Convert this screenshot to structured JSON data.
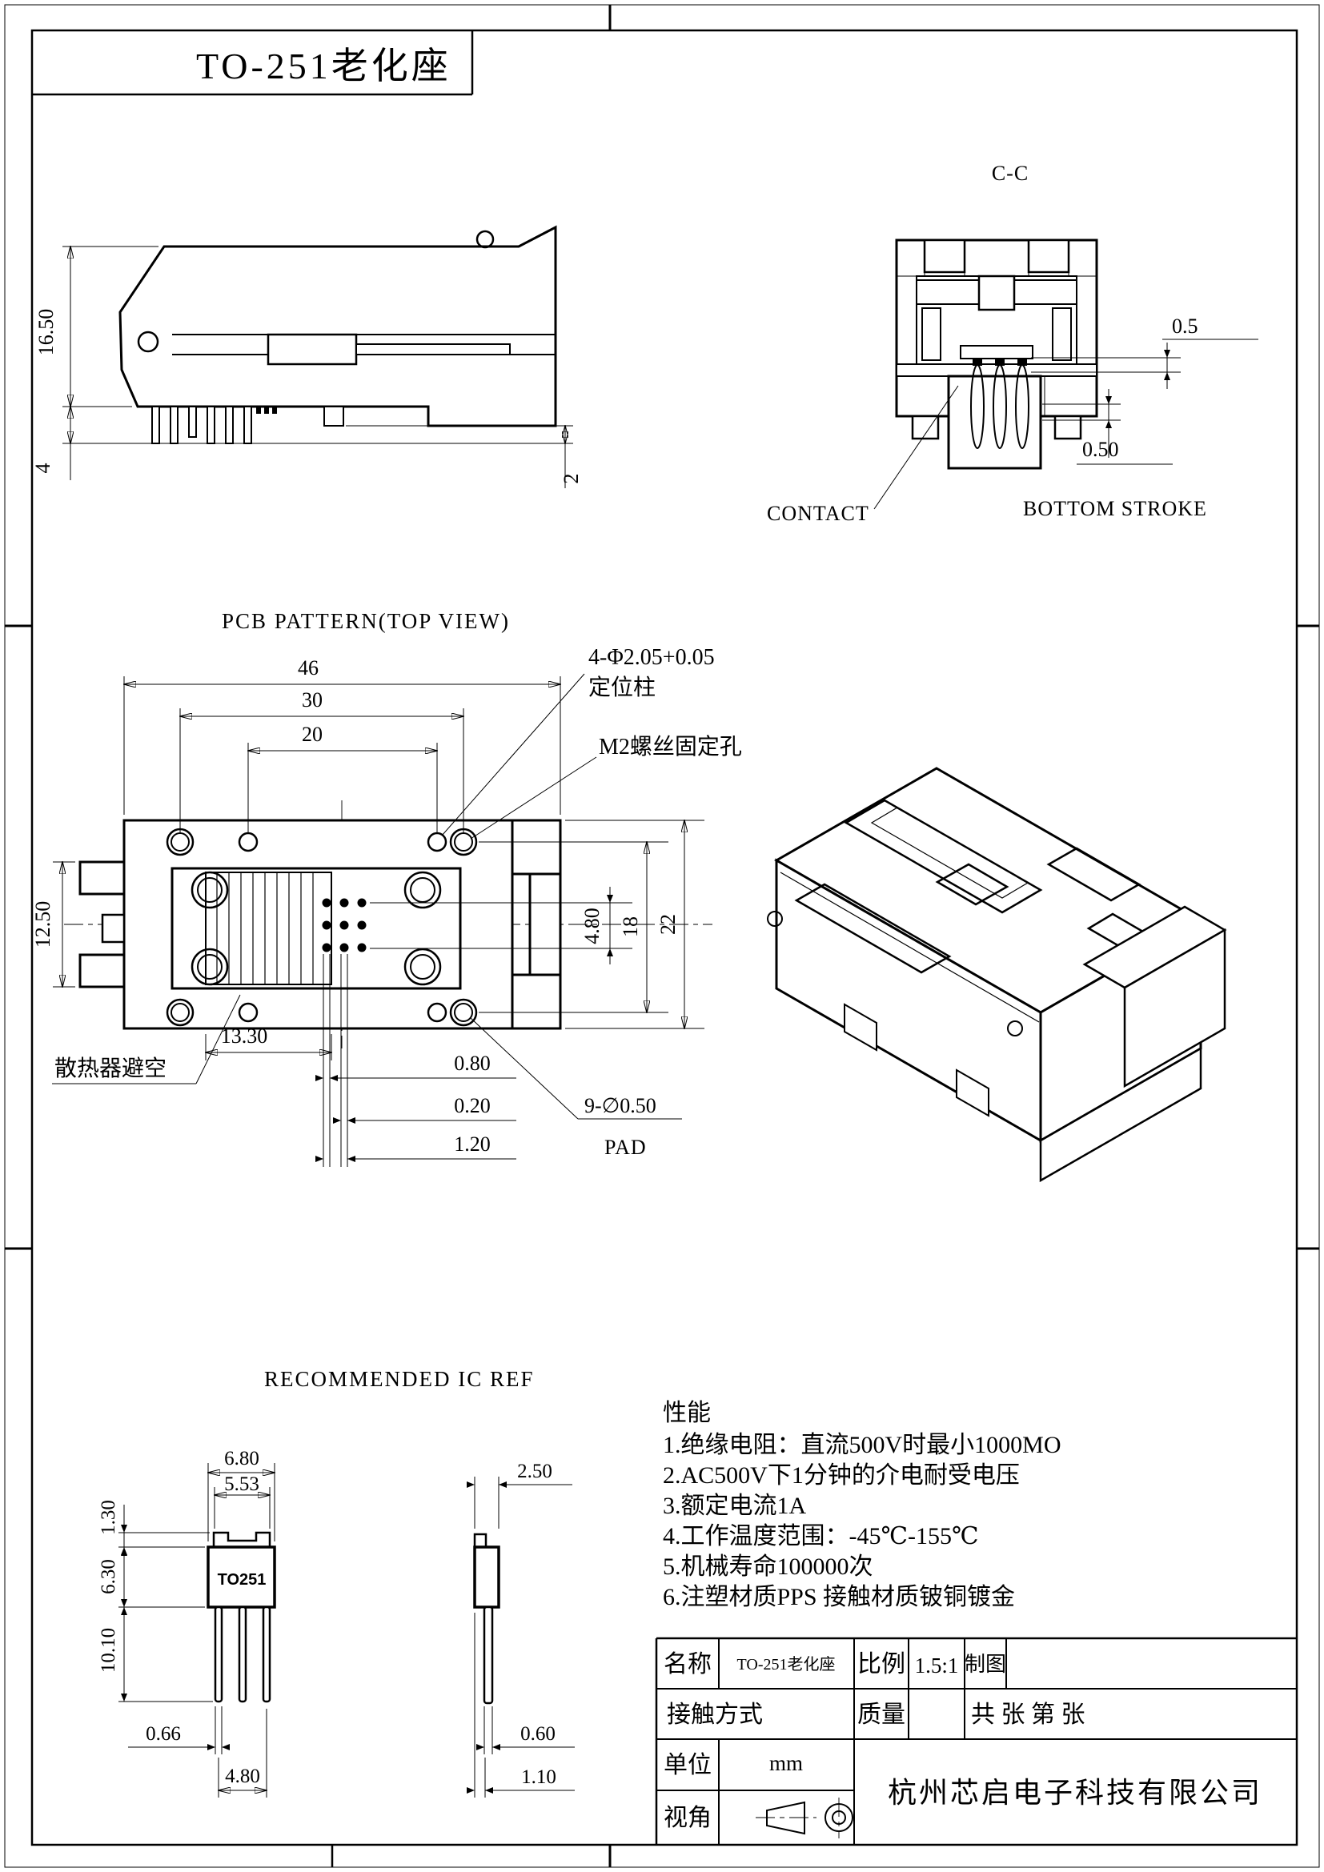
{
  "sheet": {
    "title": "TO-251老化座"
  },
  "side_view": {
    "dim_height": "16.50",
    "dim_pin_length": "4",
    "dim_step": "2"
  },
  "section_view": {
    "title": "C-C",
    "label_contact": "CONTACT",
    "label_bottom_stroke": "BOTTOM STROKE",
    "dim_top_stroke": "0.5",
    "dim_bottom_stroke": "0.50"
  },
  "pcb_view": {
    "title": "PCB PATTERN(TOP VIEW)",
    "dim_width": "46",
    "dim_screw_span": "30",
    "dim_post_span": "20",
    "dim_left_height": "12.50",
    "dim_pad_span": "4.80",
    "dim_hole_span": "18",
    "dim_height": "22",
    "dim_heatsink_width": "13.30",
    "dim_pad_a": "0.80",
    "dim_pad_b": "0.20",
    "dim_pad_c": "1.20",
    "callout_posts_line1": "4-Φ2.05+0.05",
    "callout_posts_line2": "定位柱",
    "callout_screw": "M2螺丝固定孔",
    "callout_heatsink": "散热器避空",
    "callout_pads": "9-∅0.50",
    "label_pad": "PAD"
  },
  "ic_view": {
    "title": "RECOMMENDED IC REF",
    "body_label": "TO251",
    "dim_body_width": "6.80",
    "dim_tab_width": "5.53",
    "dim_tab_height": "1.30",
    "dim_body_height": "6.30",
    "dim_lead_length": "10.10",
    "dim_lead_width": "0.66",
    "dim_lead_pitch": "4.80",
    "dim_depth": "2.50",
    "dim_lead_thickness": "0.60",
    "dim_offset": "1.10"
  },
  "performance": {
    "title": "性能",
    "items": [
      "1.绝缘电阻：直流500V时最小1000MO",
      "2.AC500V下1分钟的介电耐受电压",
      "3.额定电流1A",
      "4.工作温度范围：-45℃-155℃",
      "5.机械寿命100000次",
      "6.注塑材质PPS 接触材质铍铜镀金"
    ]
  },
  "title_block": {
    "name_label": "名称",
    "name_value": "TO-251老化座",
    "scale_label": "比例",
    "scale_value": "1.5:1",
    "draft_label": "制图",
    "contact_label": "接触方式",
    "weight_label": "质量",
    "sheet_label": "共  张   第  张",
    "unit_label": "单位",
    "unit_value": "mm",
    "view_label": "视角",
    "company": "杭州芯启电子科技有限公司"
  }
}
